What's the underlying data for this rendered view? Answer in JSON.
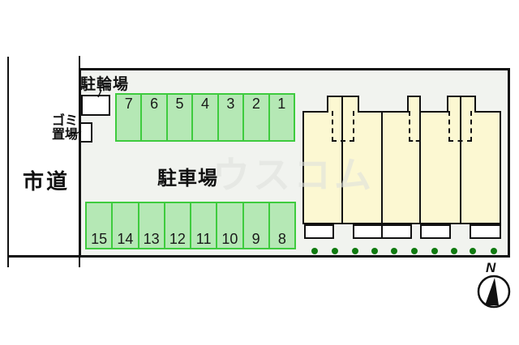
{
  "plan": {
    "road_label": "市道",
    "bicycle_parking_label": "駐輪場",
    "garbage_label_line1": "ゴミ",
    "garbage_label_line2": "置場",
    "parking_lot_label": "駐車場",
    "watermark": "ウスコム",
    "compass_north_label": "N"
  },
  "parking_spaces": {
    "top_row": [
      "7",
      "6",
      "5",
      "4",
      "3",
      "2",
      "1"
    ],
    "bottom_row": [
      "15",
      "14",
      "13",
      "12",
      "11",
      "10",
      "9",
      "8"
    ]
  },
  "landscape": {
    "dot_count": 10
  },
  "colors": {
    "space_fill": "#b5e8b5",
    "space_border": "#3ecb3e",
    "building_fill": "#fcf8d2",
    "site_fill": "#f1f3ef",
    "dot_green": "#0f7a0f",
    "watermark_gray": "#dfe2dd"
  }
}
